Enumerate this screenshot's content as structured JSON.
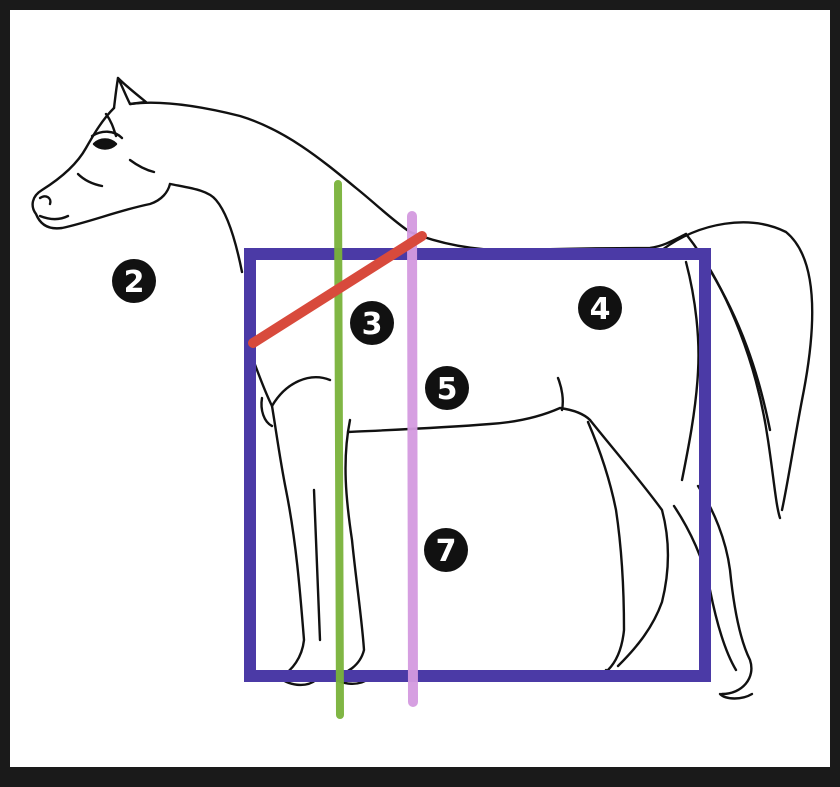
{
  "diagram": {
    "colors": {
      "frame": "#1a1a1a",
      "background": "#ffffff",
      "outline": "#111111",
      "box": "#4b3aa6",
      "shoulder_line": "#d84a3c",
      "green_line": "#7ab33a",
      "pink_line": "#d49ae0",
      "marker": "#111111"
    },
    "markers": [
      {
        "id": "m2",
        "label": "2"
      },
      {
        "id": "m3",
        "label": "3"
      },
      {
        "id": "m4",
        "label": "4"
      },
      {
        "id": "m5",
        "label": "5"
      },
      {
        "id": "m7",
        "label": "7"
      }
    ]
  }
}
